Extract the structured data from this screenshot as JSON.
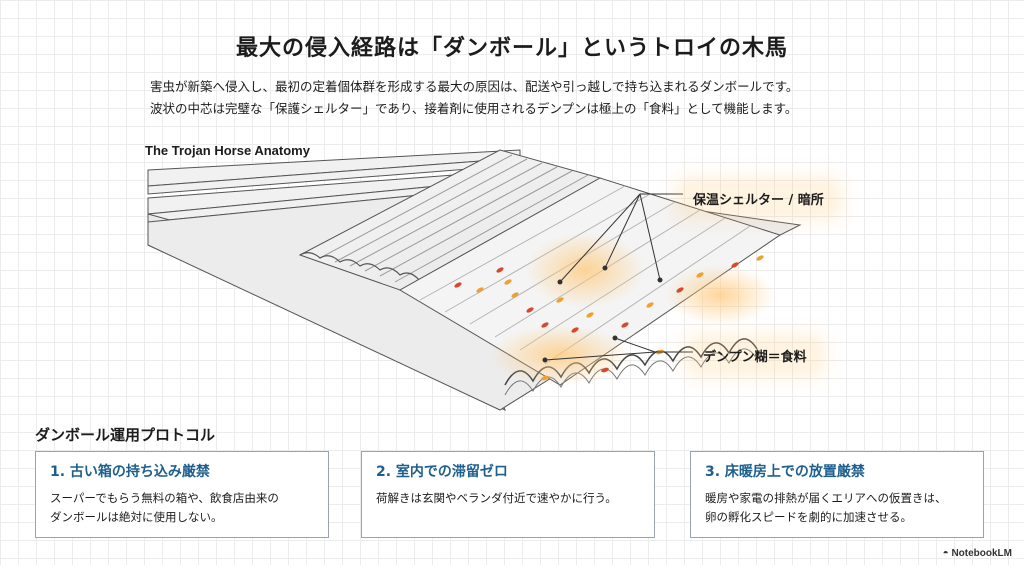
{
  "title": "最大の侵入経路は「ダンボール」というトロイの木馬",
  "intro": {
    "line1": "害虫が新築へ侵入し、最初の定着個体群を形成する最大の原因は、配送や引っ越しで持ち込まれるダンボールです。",
    "line2": "波状の中芯は完璧な「保護シェルター」であり、接着剤に使用されるデンプンは極上の「食料」として機能します。"
  },
  "diagram": {
    "label": "The Trojan Horse Anatomy",
    "callout_shelter": "保温シェルター / 暗所",
    "callout_food": "デンプン糊＝食料",
    "colors": {
      "glow": "#ffc878",
      "egg_red": "#d9482b",
      "egg_orange": "#f0a030"
    }
  },
  "protocol": {
    "title": "ダンボール運用プロトコル",
    "cards": [
      {
        "title": "1. 古い箱の持ち込み厳禁",
        "line1": "スーパーでもらう無料の箱や、飲食店由来の",
        "line2": "ダンボールは絶対に使用しない。"
      },
      {
        "title": "2. 室内での滞留ゼロ",
        "line1": "荷解きは玄関やベランダ付近で速やかに行う。",
        "line2": ""
      },
      {
        "title": "3. 床暖房上での放置厳禁",
        "line1": "暖房や家電の排熱が届くエリアへの仮置きは、",
        "line2": "卵の孵化スピードを劇的に加速させる。"
      }
    ],
    "accent": "#1e5f8e"
  },
  "brand": "NotebookLM"
}
